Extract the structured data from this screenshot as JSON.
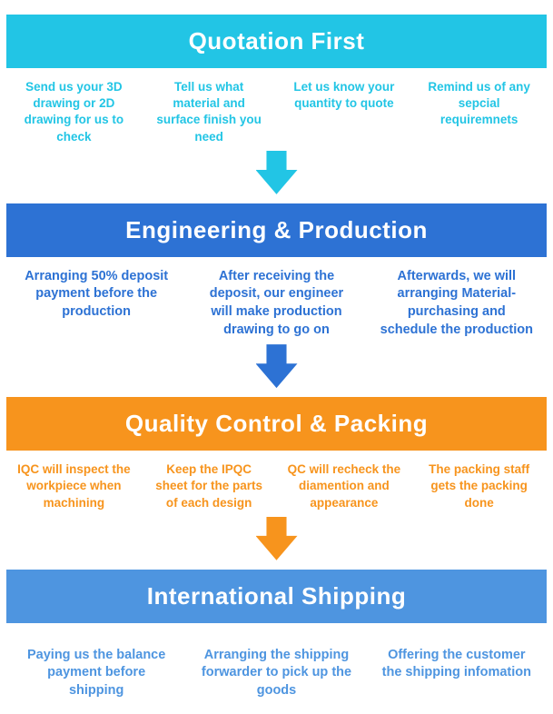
{
  "colors": {
    "quotation": "#22c5e5",
    "engineering": "#2d72d4",
    "quality": "#f7941d",
    "shipping": "#4e95e0",
    "header_text": "#ffffff",
    "background": "#ffffff"
  },
  "sections": [
    {
      "title": "Quotation First",
      "steps": [
        "Send us your 3D drawing or 2D drawing for us to check",
        "Tell us what material and surface finish you need",
        "Let us know your quantity to quote",
        "Remind us of any sepcial requiremnets"
      ]
    },
    {
      "title": "Engineering & Production",
      "steps": [
        "Arranging 50% deposit payment before the production",
        "After receiving the deposit, our engineer will make production drawing to go on",
        "Afterwards, we will arranging Material-purchasing and schedule the production"
      ]
    },
    {
      "title": "Quality Control & Packing",
      "steps": [
        "IQC will inspect the workpiece when machining",
        "Keep the IPQC sheet for the parts of each design",
        "QC will recheck the diamention and appearance",
        "The packing staff gets the packing done"
      ]
    },
    {
      "title": "International Shipping",
      "steps": [
        "Paying us the balance payment before shipping",
        "Arranging the shipping forwarder to pick up the goods",
        "Offering the customer the shipping infomation"
      ]
    }
  ]
}
